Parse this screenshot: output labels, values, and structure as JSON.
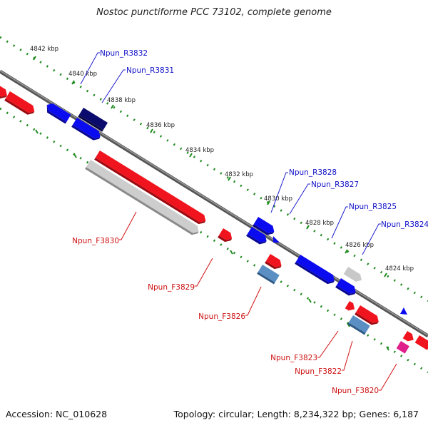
{
  "header": {
    "title": "Nostoc punctiforme PCC 73102, complete genome"
  },
  "footer": {
    "accession": "Accession: NC_010628",
    "summary": "Topology: circular; Length: 8,234,322 bp; Genes: 6,187"
  },
  "colors": {
    "reverse_gene": "#0b0bf0",
    "reverse_gene_dark": "#0a0a78",
    "forward_gene": "#f0141e",
    "pseudo_gene": "#c8c8c8",
    "rna_gene": "#4a7fb0",
    "misc_gene": "#e0208a",
    "backbone": "#707070",
    "tick_marks": "#1e8a1e",
    "reverse_label": "#1010c8",
    "forward_label": "#cc1010"
  },
  "scale_labels": [
    "4842 kbp",
    "4840 kbp",
    "4838 kbp",
    "4836 kbp",
    "4834 kbp",
    "4832 kbp",
    "4830 kbp",
    "4828 kbp",
    "4826 kbp",
    "4824 kbp"
  ],
  "reverse_gene_labels": [
    "Npun_R3832",
    "Npun_R3831",
    "Npun_R3828",
    "Npun_R3827",
    "Npun_R3825",
    "Npun_R3824"
  ],
  "forward_gene_labels": [
    "Npun_F3830",
    "Npun_F3829",
    "Npun_F3826",
    "Npun_F3823",
    "Npun_F3822",
    "Npun_F3820"
  ]
}
